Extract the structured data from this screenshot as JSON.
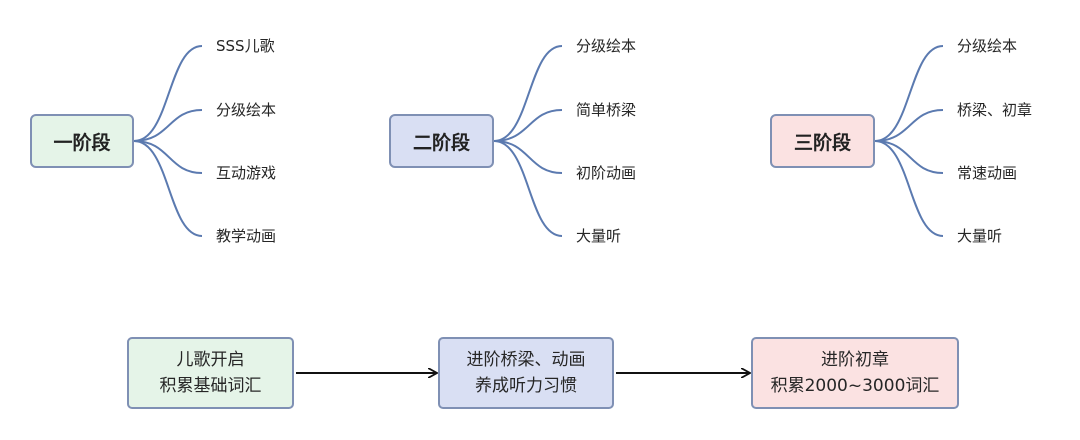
{
  "colors": {
    "green": "#e5f4e8",
    "blue": "#d9dff3",
    "pink": "#fbe2e2",
    "border": "#7f90b4",
    "connector": "#5b7ab0",
    "arrow": "#111111"
  },
  "stages": [
    {
      "title": "一阶段",
      "branches": [
        "SSS儿歌",
        "分级绘本",
        "互动游戏",
        "教学动画"
      ]
    },
    {
      "title": "二阶段",
      "branches": [
        "分级绘本",
        "简单桥梁",
        "初阶动画",
        "大量听"
      ]
    },
    {
      "title": "三阶段",
      "branches": [
        "分级绘本",
        "桥梁、初章",
        "常速动画",
        "大量听"
      ]
    }
  ],
  "flow": [
    {
      "line1": "儿歌开启",
      "line2": "积累基础词汇"
    },
    {
      "line1": "进阶桥梁、动画",
      "line2": "养成听力习惯"
    },
    {
      "line1": "进阶初章",
      "line2": "积累2000~3000词汇"
    }
  ]
}
